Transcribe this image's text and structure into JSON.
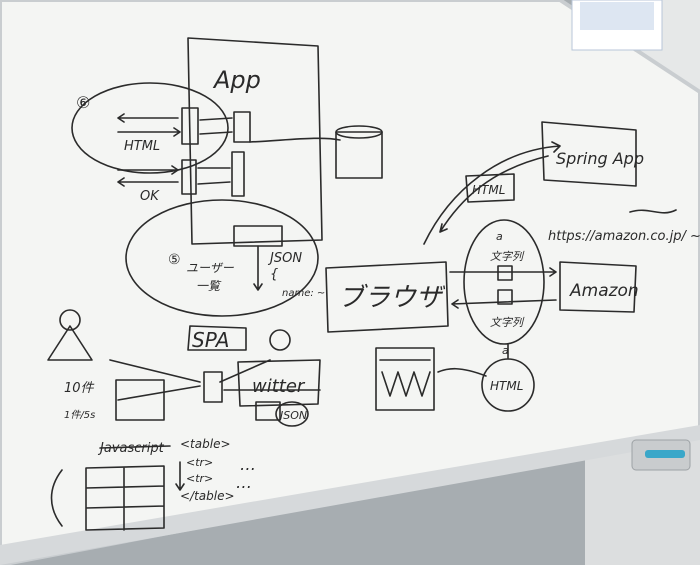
{
  "whiteboard": {
    "app_label": "App",
    "left_circle_top_label": "⑥",
    "html_label": "HTML",
    "ok_label": "OK",
    "bottom_circle_number": "⑤",
    "user_list_line1": "ユーザー",
    "user_list_line2": "一覧",
    "json_label": "JSON",
    "json_brace": "{",
    "json_name": "name: ~",
    "spa_label": "SPA",
    "twitter_label": "witter",
    "json_small_label": "JSON",
    "count_label": "10件",
    "interval_label": "1件/5s",
    "javascript_label": "Javascript",
    "table_open": "<table>",
    "tr_1": "<tr>",
    "tr_2": "<tr>",
    "table_close": "</table>",
    "ellipsis": "…",
    "browser_label": "ブラウザ",
    "spring_app_label": "Spring App",
    "html_box_label": "HTML",
    "url_label": "https://amazon.co.jp/ ~",
    "moji_label_top": "文字列",
    "moji_label_bottom": "文字列",
    "amazon_label": "Amazon",
    "html_circle_label": "HTML",
    "small_a_top": "a",
    "small_a_bottom": "a"
  },
  "colors": {
    "wall": "#9aa0a4",
    "board": "#f4f5f3",
    "ink": "#2b2b2b",
    "frame": "#c9cdd0"
  }
}
